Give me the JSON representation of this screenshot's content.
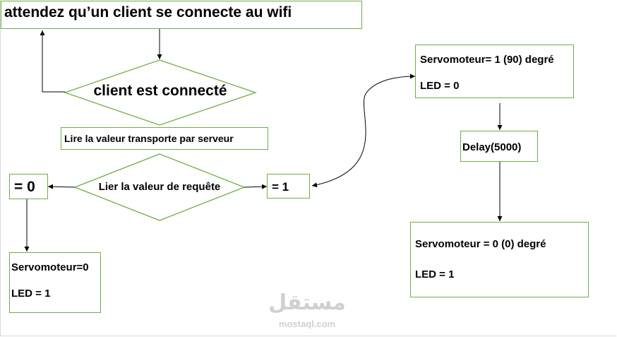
{
  "nodes": {
    "wait_client": "attendez qu’un client se connecte au wifi",
    "client_connected": "client est connecté",
    "read_value": "Lire la valeur transporte par serveur",
    "read_request": "Lier la valeur de requête",
    "eq_zero": "= 0",
    "eq_one": "= 1",
    "servo_zero_left": {
      "line1": "Servomoteur=0",
      "line2": "LED = 1"
    },
    "servo_90": {
      "line1": "Servomoteur= 1 (90) degré",
      "line2": "LED = 0"
    },
    "delay": "Delay(5000)",
    "servo_zero_right": {
      "line1": "Servomoteur = 0 (0) degré",
      "line2": "LED = 1"
    }
  },
  "watermark": {
    "arabic": "مستقل",
    "latin": "mostaql.com"
  },
  "colors": {
    "box_border": "#70ad47",
    "arrow": "#000000",
    "watermark": "#d0d0d0"
  }
}
